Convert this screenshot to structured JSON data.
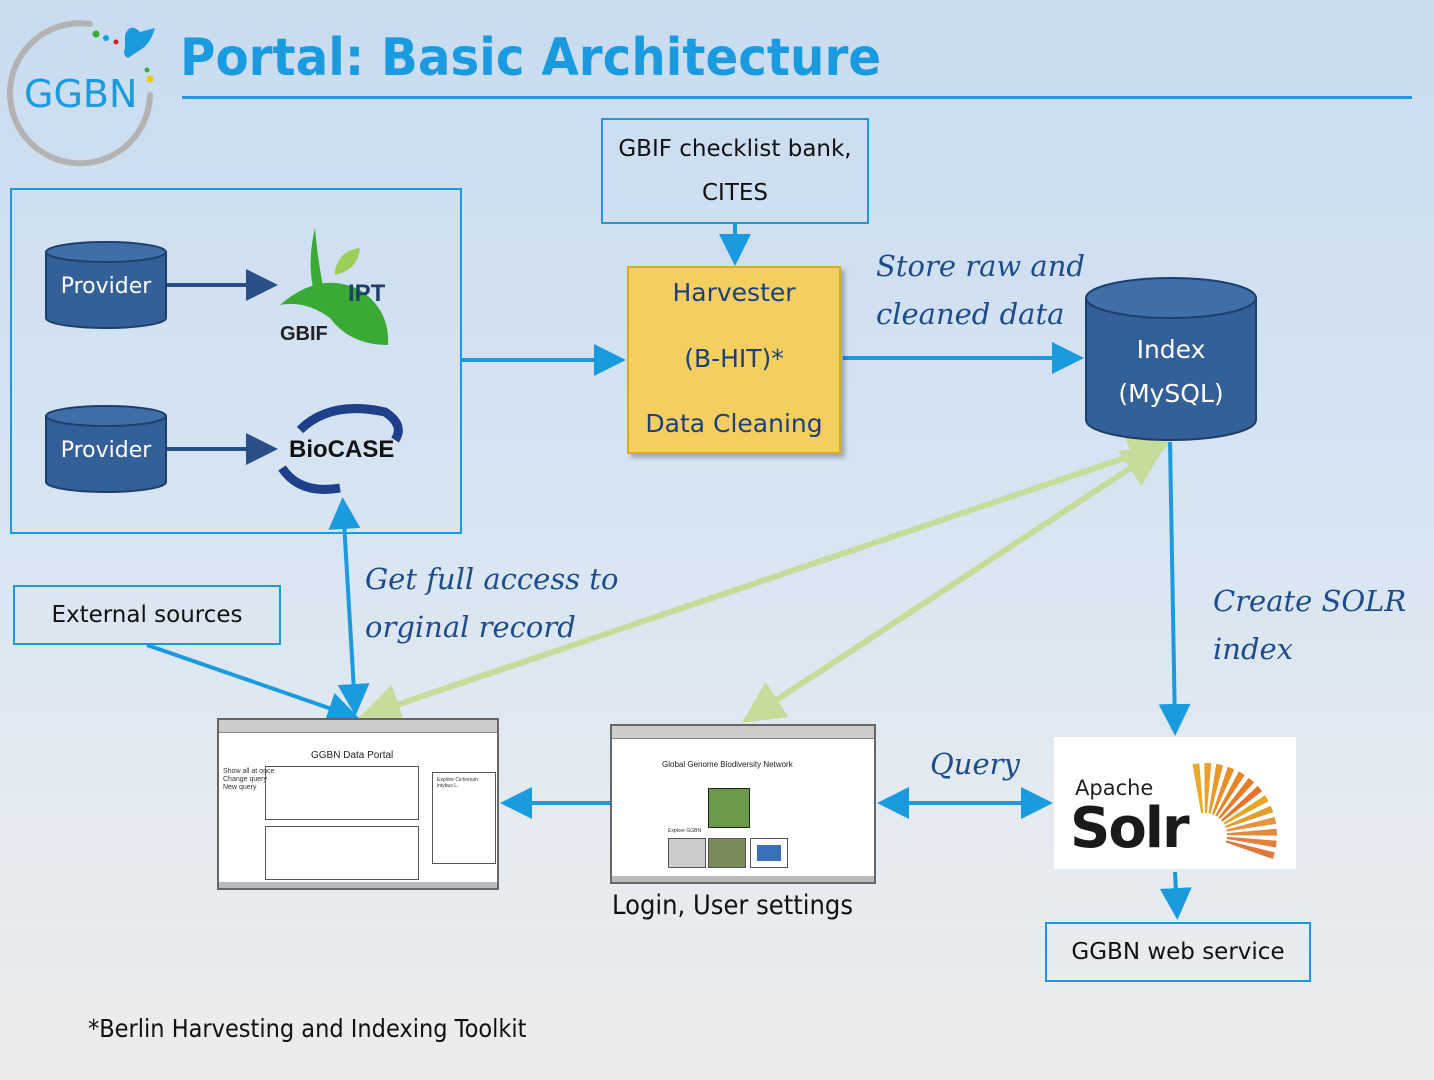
{
  "header": {
    "title": "Portal: Basic Architecture",
    "logo_text": "GGBN"
  },
  "colors": {
    "accent": "#1a9be0",
    "cylinder": "#34609a",
    "harvester": "#f2cf5e",
    "green_arrow": "#c5dc9a",
    "dark_arrow": "#2a4f86"
  },
  "nodes": {
    "provider1": "Provider",
    "provider2": "Provider",
    "ipt_logo": {
      "top": "IPT",
      "bottom": "GBIF"
    },
    "biocase_logo": "BioCASE",
    "gbif_checklist": {
      "line1": "GBIF checklist bank,",
      "line2": "CITES"
    },
    "harvester": {
      "line1": "Harvester",
      "line2": "(B-HIT)*",
      "line3": "Data Cleaning"
    },
    "index": {
      "line1": "Index",
      "line2": "(MySQL)"
    },
    "external_sources": "External sources",
    "solr_logo": {
      "top": "Apache",
      "main": "Solr"
    },
    "web_service": "GGBN web service"
  },
  "edge_labels": {
    "store": {
      "line1": "Store raw and",
      "line2": "cleaned data"
    },
    "access": {
      "line1": "Get full  access to",
      "line2": "orginal record"
    },
    "solr": {
      "line1": "Create SOLR",
      "line2": "index"
    },
    "query": "Query"
  },
  "thumbnails": {
    "data_portal": {
      "title": "GGBN Data Portal",
      "links": [
        "Show all at once",
        "Change query",
        "New query"
      ],
      "explore": "Explore Cichorium intybus L."
    },
    "home": {
      "title": "Global Genome Biodiversity Network",
      "explore": "Explore GGBN",
      "caption": "Login, User settings"
    }
  },
  "footnote": "*Berlin Harvesting and Indexing Toolkit"
}
